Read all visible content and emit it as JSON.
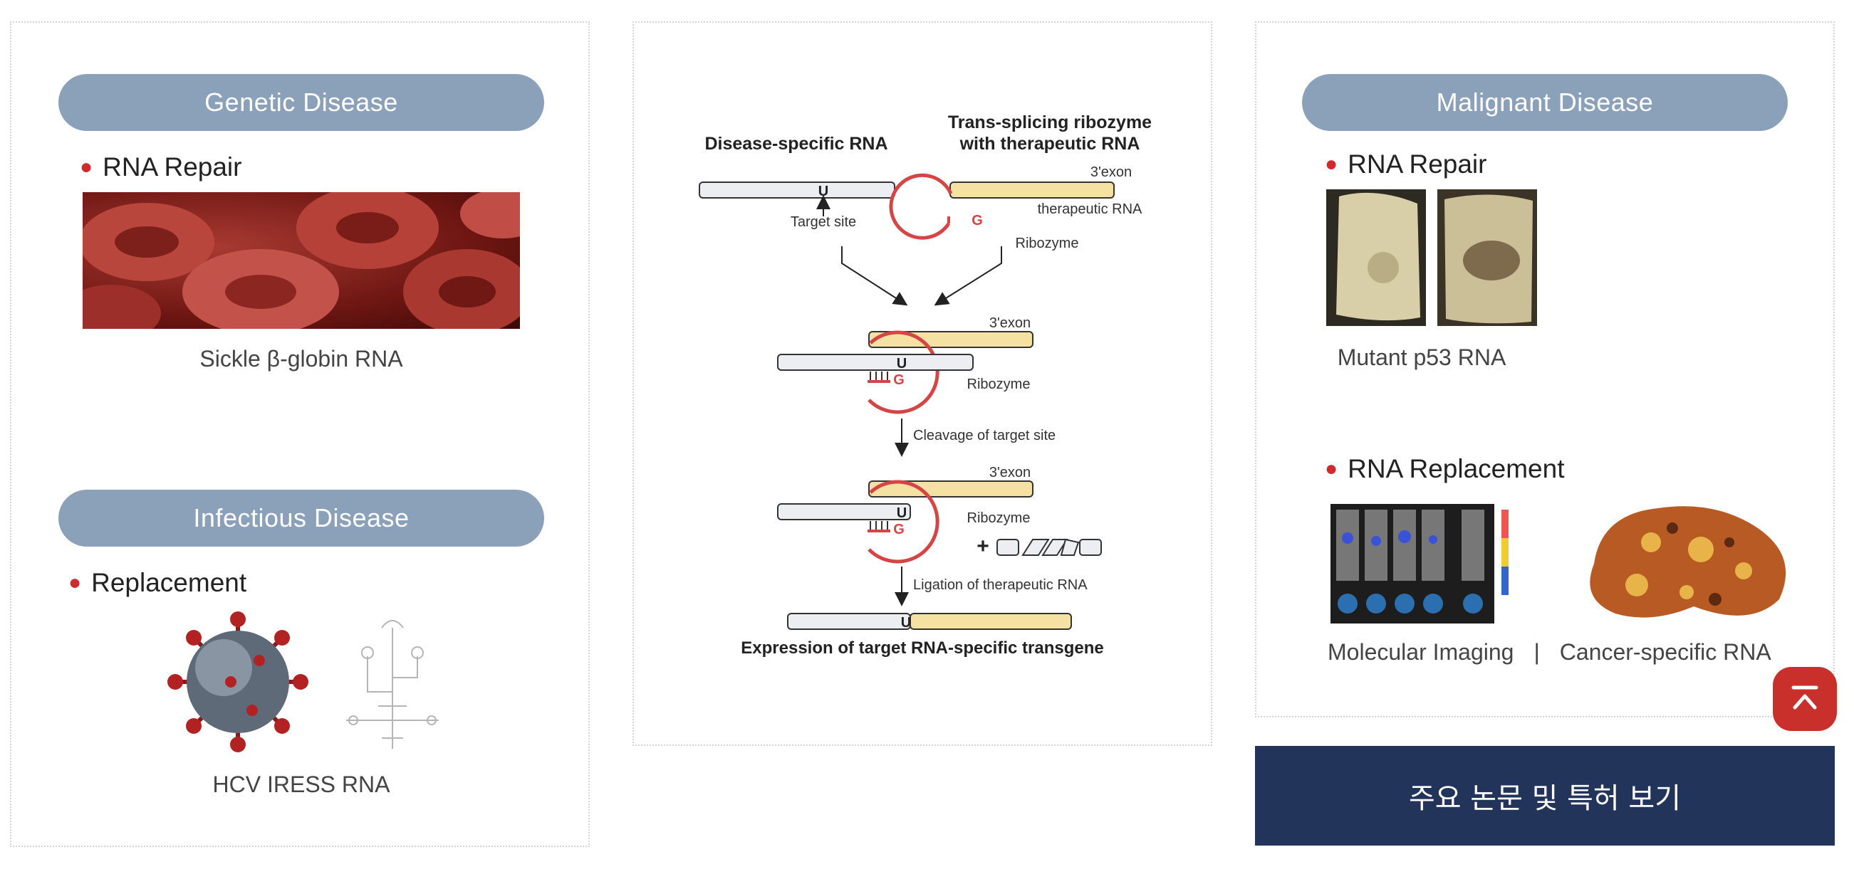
{
  "left": {
    "genetic": {
      "title": "Genetic Disease",
      "bullet": "RNA Repair",
      "caption": "Sickle β-globin RNA"
    },
    "infectious": {
      "title": "Infectious  Disease",
      "bullet": "Replacement",
      "caption": "HCV IRESS RNA"
    }
  },
  "diagram": {
    "disease_rna": "Disease-specific RNA",
    "trans_title_1": "Trans-splicing ribozyme",
    "trans_title_2": "with therapeutic RNA",
    "exon": "3'exon",
    "therapeutic_rna": "therapeutic RNA",
    "target_site": "Target site",
    "ribozyme": "Ribozyme",
    "u": "U",
    "g": "G",
    "cleavage": "Cleavage of target site",
    "ligation": "Ligation of therapeutic RNA",
    "expression": "Expression of target RNA-specific transgene",
    "plus": "+"
  },
  "right": {
    "title": "Malignant Disease",
    "bullet1": "RNA Repair",
    "caption1": "Mutant p53 RNA",
    "bullet2": "RNA Replacement",
    "caption2a": "Molecular Imaging",
    "divider": "|",
    "caption2b": "Cancer-specific RNA"
  },
  "cta": {
    "label": "주요 논문 및 특허 보기"
  },
  "colors": {
    "pill": "#8ba0b9",
    "bullet": "#d12a2e",
    "cta_bg": "#22345a",
    "top_btn": "#c9302c",
    "exon": "#f5e2a2",
    "ribozyme": "#d64545"
  },
  "icons": {
    "top_button": "arrow-up-to-top-icon"
  }
}
